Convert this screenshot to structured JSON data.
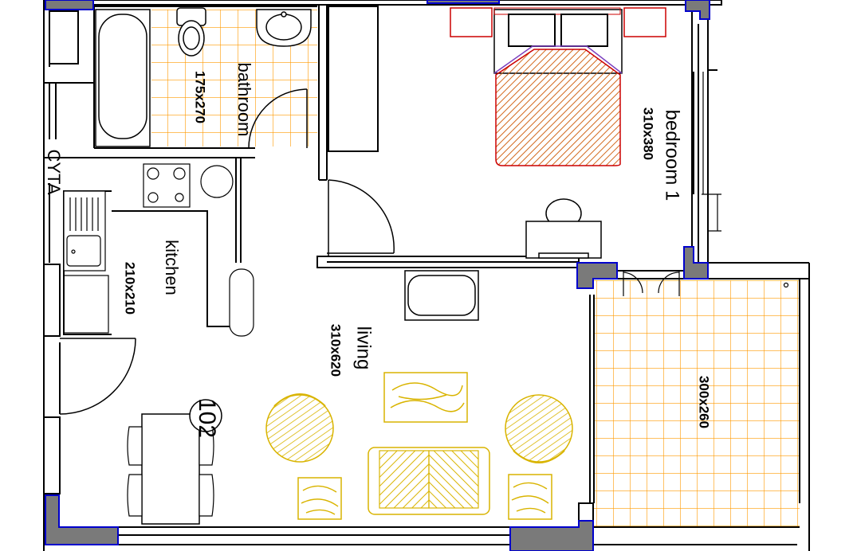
{
  "rooms": {
    "bathroom": {
      "name": "bathroom",
      "size": "175x270"
    },
    "bedroom": {
      "name": "bedroom 1",
      "size": "310x380"
    },
    "kitchen": {
      "name": "kitchen",
      "size": "210x210"
    },
    "living": {
      "name": "living",
      "size": "310x620"
    },
    "balcony": {
      "size": "300x260"
    }
  },
  "apartment_number": "102",
  "side_text": "CYTA",
  "colors": {
    "wall": "#000000",
    "column": "#7a7a7a",
    "column_outline": "#0000cc",
    "tile_grid": "#ff9900",
    "furniture": "#d9b400",
    "bed_cover": "#d2691e",
    "bed_outline": "#cc0000",
    "pillow_trim": "#7a3fbf",
    "nightstand": "#cc0000"
  }
}
